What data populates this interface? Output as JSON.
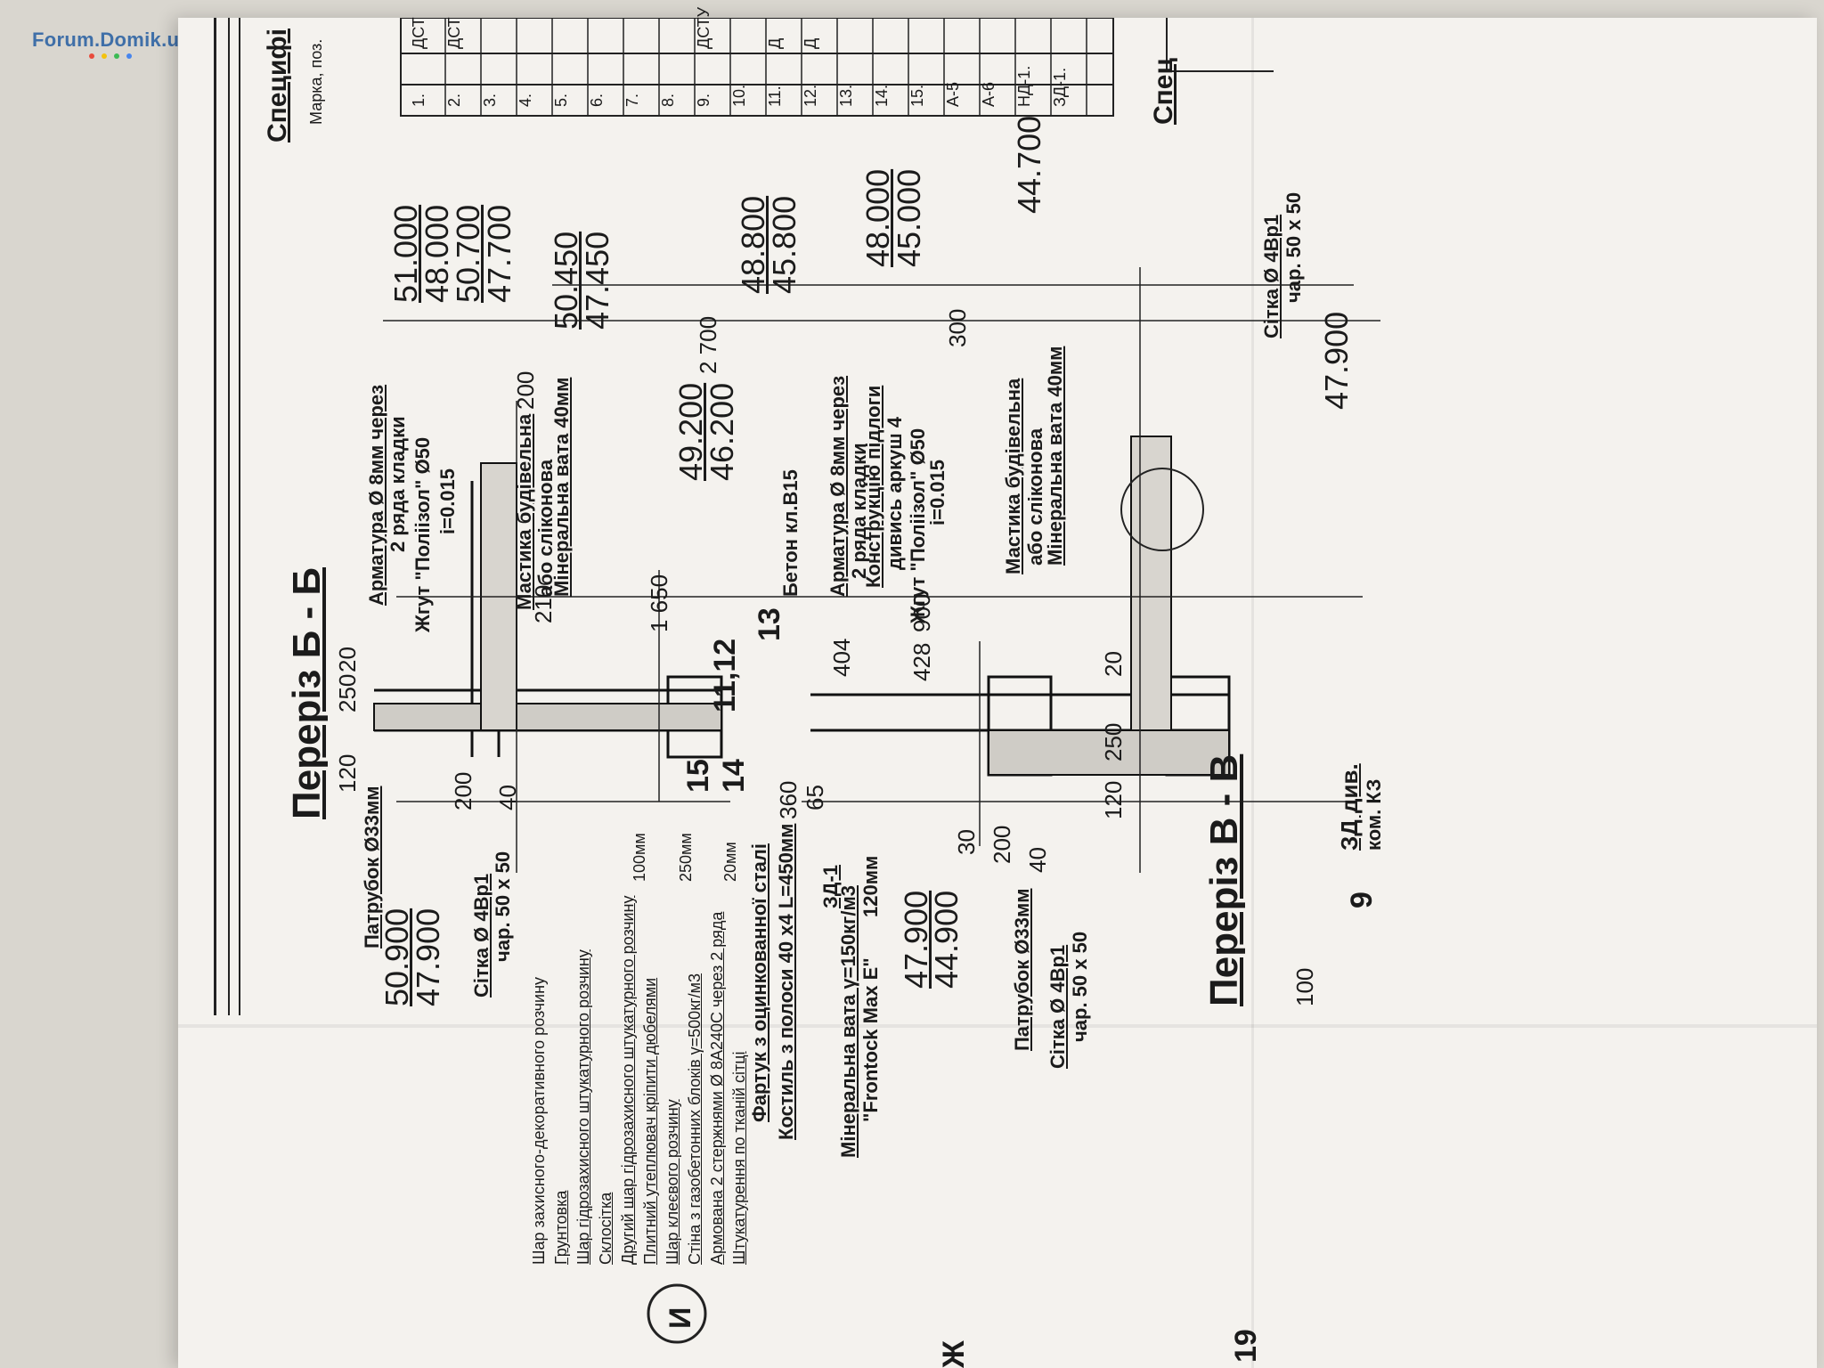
{
  "watermark": "Forum.Domik.ua",
  "sections": {
    "b": "Переріз Б - Б",
    "v": "Переріз В - В"
  },
  "spec": {
    "title": "Специфі",
    "title2": "Спец",
    "header_mark": "Марка, поз.",
    "rows": [
      "1.",
      "2.",
      "3.",
      "4.",
      "5.",
      "6.",
      "7.",
      "8.",
      "9.",
      "10.",
      "11.",
      "12.",
      "13.",
      "14.",
      "15.",
      "А-5",
      "А-6",
      "НД-1.",
      "ЗД-1."
    ],
    "right_col": [
      "ДСТ",
      "ДСТ",
      "ДСТУ",
      "Д",
      "Д"
    ]
  },
  "layers": [
    "Шар захисного-декоративного розчину",
    "Грунтовка",
    "Шар гідрозахисного штукатурного розчину",
    "Склосітка",
    "Другий шар гідрозахисного штукатурного розчину",
    "Плитний утеплювач кріпити дюбелями",
    "Шар клеєвого розчину",
    "Стіна з газобетонних блоків γ=500кг/м3",
    "Армована 2 стержнями Ø 8А240С через 2 ряда",
    "Штукатурення по тканій сітці"
  ],
  "layer_dims": {
    "ins": "100мм",
    "wall": "250мм",
    "plaster": "20мм"
  },
  "notes": {
    "armatura": "Арматура Ø 8мм через",
    "armatura2": "2 ряда кладки",
    "zhgut": "Жгут \"Поліізол\" Ø50",
    "slope": "i=0.015",
    "mastyka": "Мастика будівельна",
    "mastyka2": "або слiконова",
    "minvata40": "Мінеральна вата 40мм",
    "patrubok": "Патрубок Ø33мм",
    "sitka": "Сітка Ø 4Вр1",
    "sitka2": "чар. 50 х 50",
    "beton": "Бетон кл.В15",
    "fartuk": "Фартук з оцинкованної сталі",
    "kostyl": "Костиль з полоси 40 х4 L=450мм",
    "zd1": "ЗД-1",
    "minvata_main": "Мінеральна вата γ=150кг/м3",
    "frontock": "\"Frontock Max E\"",
    "mm120": "120мм",
    "konstr": "Конструкцію підлоги",
    "konstr2": "дивись аркуш 4",
    "zd_div": "ЗД див.",
    "kom_k3": "ком. КЗ"
  },
  "levels": {
    "l51000": "51.000",
    "l48000": "48.000",
    "l50700": "50.700",
    "l47700": "47.700",
    "l50450": "50.450",
    "l47450": "47.450",
    "l50900": "50.900",
    "l47900": "47.900",
    "l48800": "48.800",
    "l45800": "45.800",
    "l49200": "49.200",
    "l46200": "46.200",
    "l48000b": "48.000",
    "l45000": "45.000",
    "l44700": "44.700",
    "l47900b": "47.900",
    "l44900": "44.900",
    "l47900c": "47.900"
  },
  "dims": {
    "d120": "120",
    "d250": "250",
    "d20": "20",
    "d200": "200",
    "d40": "40",
    "d210": "210",
    "d1650": "1 650",
    "d2700": "2 700",
    "d300": "300",
    "d900": "900",
    "d428": "428",
    "d404": "404",
    "d360": "360",
    "d65": "65",
    "d30": "30",
    "d15": "15",
    "d14": "14",
    "d13": "13",
    "d1112": "11,12",
    "d9": "9",
    "d100": "100",
    "d19": "19"
  },
  "markers": {
    "i": "И",
    "zh": "Ж"
  }
}
